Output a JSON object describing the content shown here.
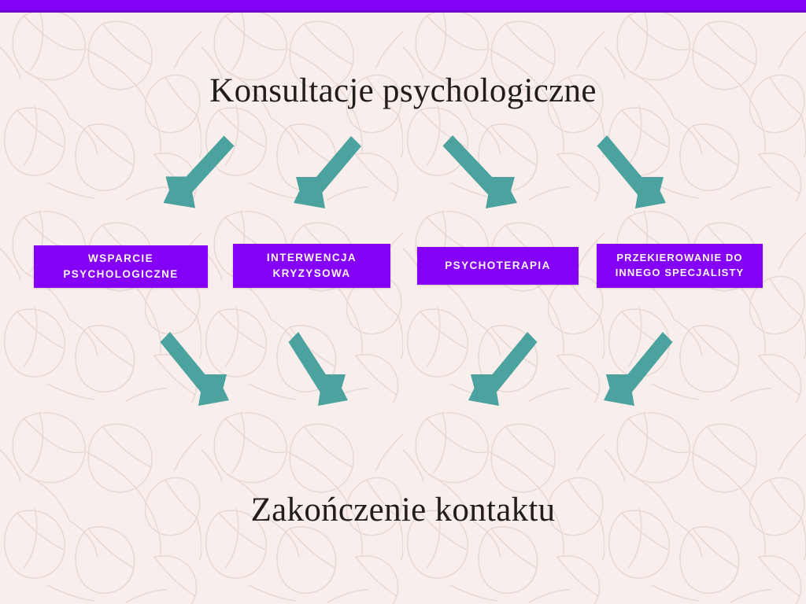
{
  "slide": {
    "background_color": "#f8efec",
    "accent_bar_color": "#8400f7",
    "box_color": "#8400f7",
    "arrow_color": "#4ba29e",
    "heading_color": "#211d1d",
    "box_text_color": "#fdf6f4"
  },
  "title_top": "Konsultacje psychologiczne",
  "title_bottom": "Zakończenie kontaktu",
  "options": [
    {
      "line1": "WSPARCIE",
      "line2": "PSYCHOLOGICZNE"
    },
    {
      "line1": "INTERWENCJA",
      "line2": "KRYZYSOWA"
    },
    {
      "line1": "PSYCHOTERAPIA",
      "line2": ""
    },
    {
      "line1": "PRZEKIEROWANIE DO",
      "line2": "INNEGO SPECJALISTY"
    }
  ],
  "arrows": [
    {
      "name": "arrow-top-1",
      "direction": "down-left"
    },
    {
      "name": "arrow-top-2",
      "direction": "down-left"
    },
    {
      "name": "arrow-top-3",
      "direction": "down-right"
    },
    {
      "name": "arrow-top-4",
      "direction": "down-right"
    },
    {
      "name": "arrow-bottom-1",
      "direction": "down-right"
    },
    {
      "name": "arrow-bottom-2",
      "direction": "down-right"
    },
    {
      "name": "arrow-bottom-3",
      "direction": "down-left"
    },
    {
      "name": "arrow-bottom-4",
      "direction": "down-left"
    }
  ]
}
